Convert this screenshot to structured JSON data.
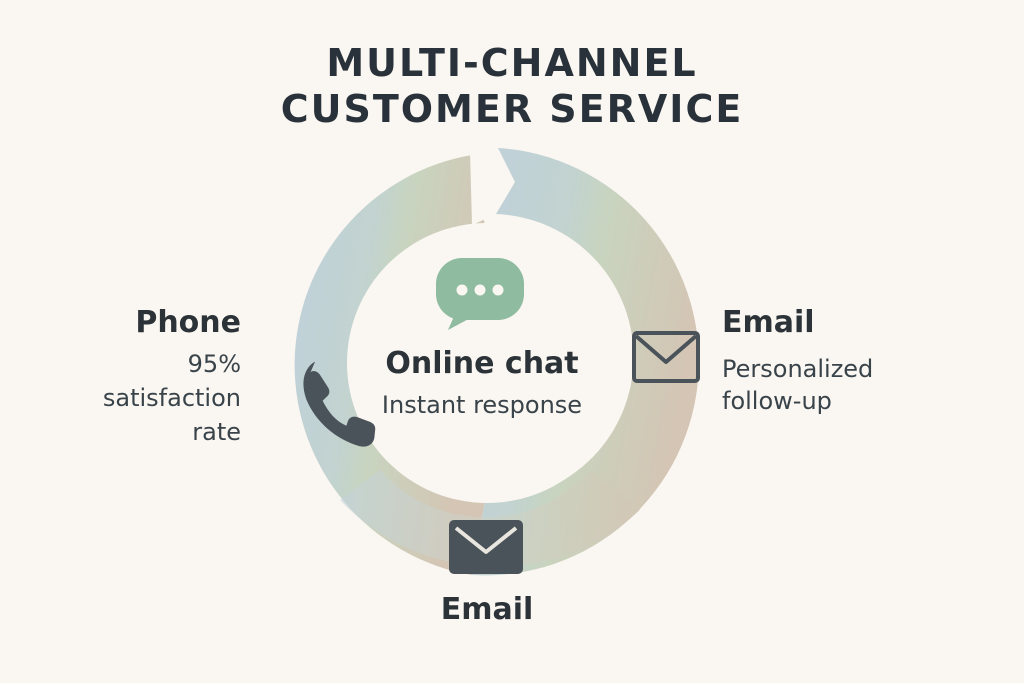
{
  "title": {
    "line1": "MULTI-CHANNEL",
    "line2": "CUSTOMER SERVICE"
  },
  "channels": {
    "phone": {
      "name": "Phone",
      "detail_line1": "95%",
      "detail_line2": "satisfaction",
      "detail_line3": "rate",
      "icon": "phone-icon"
    },
    "chat": {
      "name": "Online chat",
      "detail": "Instant response",
      "icon": "chat-bubble-icon"
    },
    "email_right": {
      "name": "Email",
      "detail_line1": "Personalized",
      "detail_line2": "follow-up",
      "icon": "envelope-icon"
    },
    "email_bottom": {
      "name": "Email",
      "icon": "envelope-icon"
    }
  },
  "colors": {
    "background": "#faf6f1",
    "ring_blue": "#c2d2dc",
    "ring_green": "#c5d5c1",
    "ring_tan": "#d3c7b7",
    "chat_bubble": "#8fbba0",
    "icon_dark": "#4a5359",
    "text": "#2b3338"
  }
}
